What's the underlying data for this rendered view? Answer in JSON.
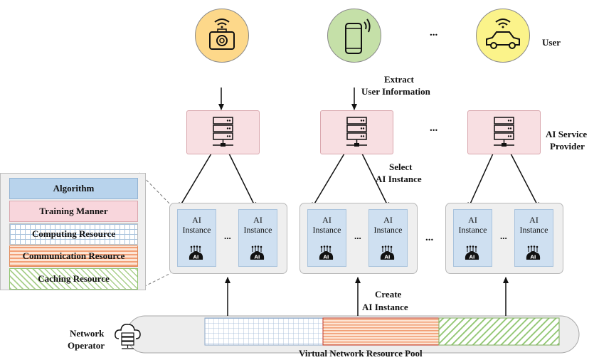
{
  "labels": {
    "user": "User",
    "extract": "Extract",
    "user_information": "User Information",
    "ai_service": "AI Service",
    "provider": "Provider",
    "select": "Select",
    "ai_instance_select": "AI Instance",
    "create": "Create",
    "ai_instance_create": "AI Instance",
    "network": "Network",
    "operator": "Operator",
    "pool": "Virtual Network Resource Pool",
    "ellipsis": "..."
  },
  "instance_label": "AI Instance",
  "legend": {
    "algorithm": "Algorithm",
    "training_manner": "Training Manner",
    "computing_resource": "Computing Resource",
    "communication_resource": "Communication Resource",
    "caching_resource": "Caching Resource"
  },
  "user_devices": [
    {
      "icon": "camera-icon",
      "color": "#fdd88a"
    },
    {
      "icon": "smartphone-icon",
      "color": "#c5e0a8"
    },
    {
      "icon": "car-icon",
      "color": "#fbf38a"
    }
  ],
  "colors": {
    "server_fill": "#f8dfe2",
    "instance_fill": "#cfe0f1",
    "group_fill": "#efefef",
    "computing": "#a9c3dd",
    "communication": "#f2a077",
    "caching": "#a8cf8a"
  }
}
